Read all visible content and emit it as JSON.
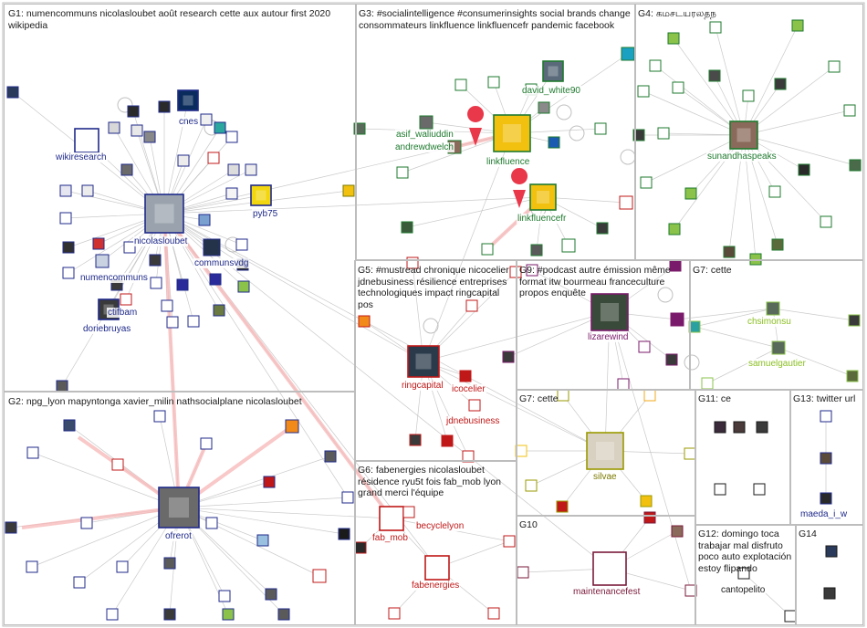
{
  "colors": {
    "box_border": "#bdbdbd",
    "edge_gray": "#b8b8b8",
    "edge_pink": "#f7b6b6",
    "g1": "#1f2a8a",
    "g2": "#1f2a8a",
    "g3": "#1e7a2e",
    "g4": "#1e7a2e",
    "g5": "#c01818",
    "g6": "#c01818",
    "g7": "#7a7a00",
    "g8": "#8bbf22",
    "g9": "#7a1a6a",
    "g10": "#7a1a3a",
    "g11": "#1a1a1a",
    "g12": "#1a1a1a",
    "g13": "#1f2a8a",
    "g14": "#1a1a1a"
  },
  "groups": [
    {
      "id": "G1",
      "title": "G1: numencommuns nicolasloubet août research cette aux autour first 2020 wikipedia"
    },
    {
      "id": "G2",
      "title": "G2: npg_lyon mapyntonga xavier_milin nathsocialplane nicolasloubet"
    },
    {
      "id": "G3",
      "title": "G3: #socialintelligence #consumerinsights social brands change consommateurs linkfluence linkfluencefr pandemic facebook"
    },
    {
      "id": "G4",
      "title": "G4: கமசடயரலதந"
    },
    {
      "id": "G5",
      "title": "G5: #mustread chronique nicocelier jdnebusiness résilience entreprises technologiques impact ringcapital pos"
    },
    {
      "id": "G6",
      "title": "G6: fabenergies nicolasloubet résidence ryu5t fois fab_mob lyon grand merci l'équipe"
    },
    {
      "id": "G7",
      "title": "G7: cette"
    },
    {
      "id": "G8",
      "title": "G8: retour #fablab manufactures proximité ac l'intro plevywaitz participation notamment assoping"
    },
    {
      "id": "G9",
      "title": "G9: #podcast autre émission même format itw bourmeau franceculture propos enquête"
    },
    {
      "id": "G10",
      "title": "G10"
    },
    {
      "id": "G11",
      "title": "G11: ce"
    },
    {
      "id": "G12",
      "title": "G12: domingo toca trabajar mal disfruto poco auto explotación estoy flipando"
    },
    {
      "id": "G13",
      "title": "G13: twitter url"
    },
    {
      "id": "G14",
      "title": "G14"
    }
  ],
  "labels": [
    {
      "text": "wikiresearch",
      "group": "g1"
    },
    {
      "text": "cnes",
      "group": "g1"
    },
    {
      "text": "nicolasloubet",
      "group": "g1"
    },
    {
      "text": "pyb75",
      "group": "g1"
    },
    {
      "text": "communsvdg",
      "group": "g1"
    },
    {
      "text": "numencommuns",
      "group": "g1"
    },
    {
      "text": "ctifbam",
      "group": "g1"
    },
    {
      "text": "doriebruyas",
      "group": "g1"
    },
    {
      "text": "david_white90",
      "group": "g3"
    },
    {
      "text": "asif_waliuddin",
      "group": "g3"
    },
    {
      "text": "andrewdwelch",
      "group": "g3"
    },
    {
      "text": "linkfluence",
      "group": "g3"
    },
    {
      "text": "linkfluencefr",
      "group": "g3"
    },
    {
      "text": "sunandhaspeaks",
      "group": "g4"
    },
    {
      "text": "ringcapital",
      "group": "g5"
    },
    {
      "text": "icocelier",
      "group": "g5"
    },
    {
      "text": "jdnebusiness",
      "group": "g5"
    },
    {
      "text": "lizarewind",
      "group": "g9"
    },
    {
      "text": "chsimonsu",
      "group": "g8"
    },
    {
      "text": "samuelgautier",
      "group": "g8"
    },
    {
      "text": "silvae",
      "group": "g7"
    },
    {
      "text": "fab_mob",
      "group": "g6"
    },
    {
      "text": "becyclelyon",
      "group": "g6"
    },
    {
      "text": "fabenergies",
      "group": "g6"
    },
    {
      "text": "maintenancefest",
      "group": "g10"
    },
    {
      "text": "cantopelito",
      "group": "g12"
    },
    {
      "text": "maeda_i_w",
      "group": "g13"
    },
    {
      "text": "ofrerot",
      "group": "g2"
    }
  ]
}
